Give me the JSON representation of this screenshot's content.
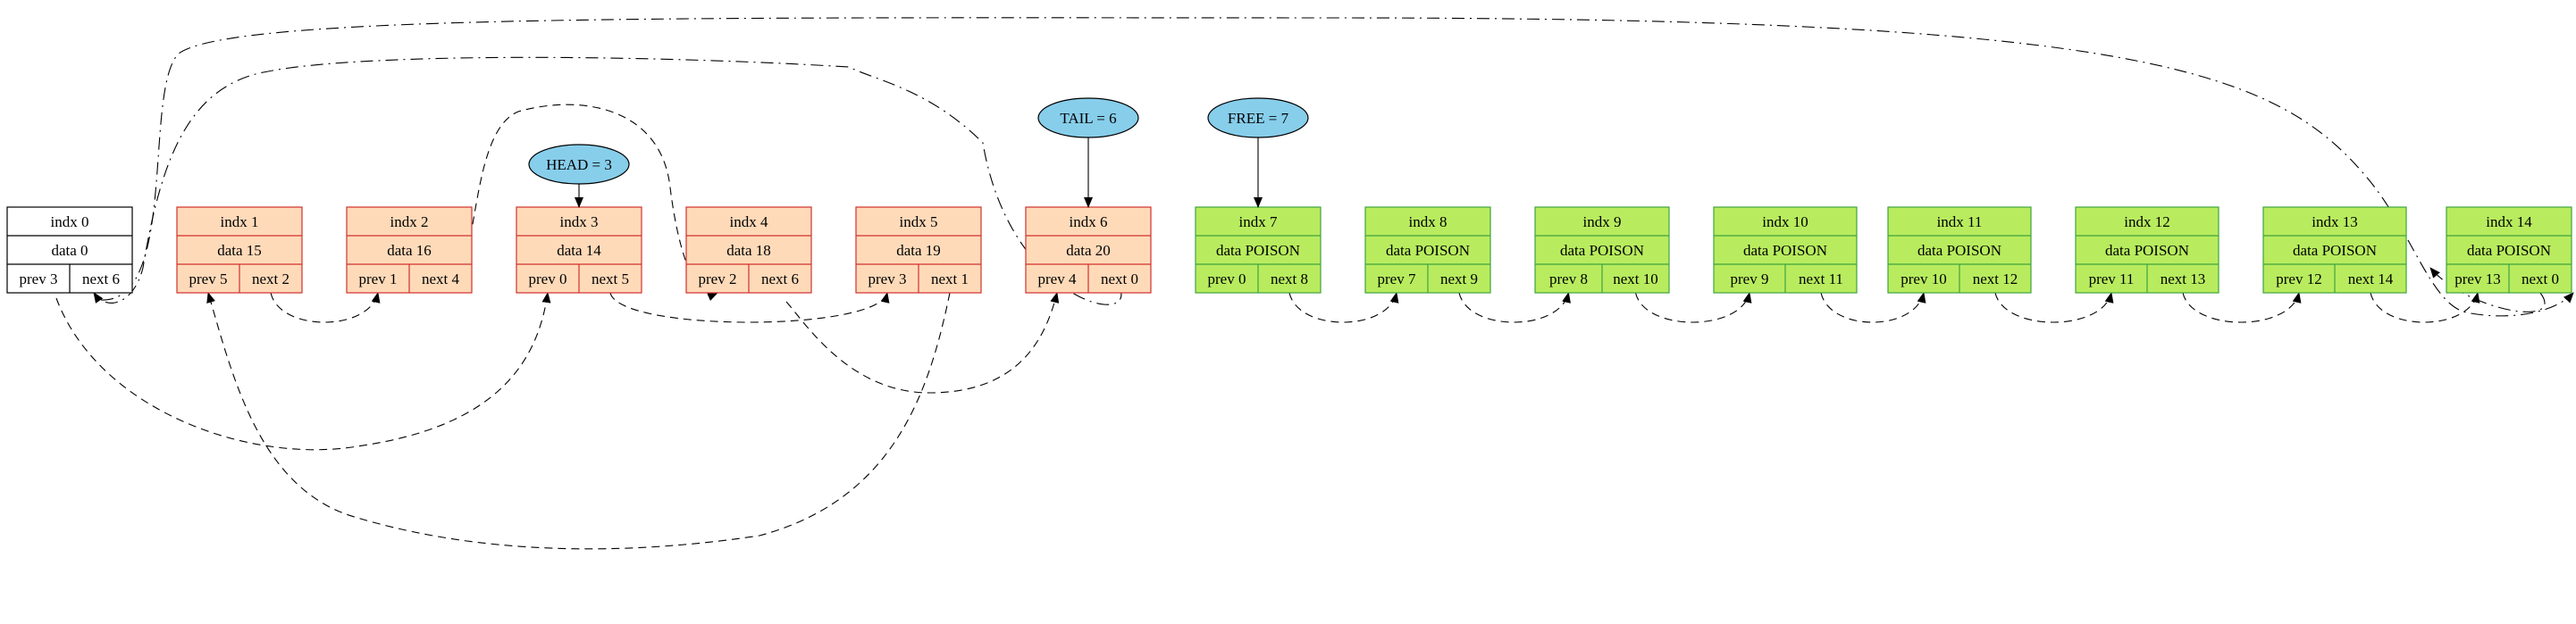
{
  "colors": {
    "head_fill": "#ffffff",
    "head_border": "#000000",
    "busy_fill": "#ffdab9",
    "busy_border": "#d0312d",
    "free_fill": "#b8ec5e",
    "free_border": "#3fa33f",
    "pointer_fill": "#87ceeb"
  },
  "pointers": [
    {
      "id": "head",
      "label": "HEAD = 3",
      "target": 3
    },
    {
      "id": "tail",
      "label": "TAIL = 6",
      "target": 6
    },
    {
      "id": "free",
      "label": "FREE = 7",
      "target": 7
    }
  ],
  "nodes": [
    {
      "indx": "indx 0",
      "data": "data 0",
      "prev": "prev 3",
      "next": "next 6",
      "state": "head"
    },
    {
      "indx": "indx 1",
      "data": "data 15",
      "prev": "prev 5",
      "next": "next 2",
      "state": "busy"
    },
    {
      "indx": "indx 2",
      "data": "data 16",
      "prev": "prev 1",
      "next": "next 4",
      "state": "busy"
    },
    {
      "indx": "indx 3",
      "data": "data 14",
      "prev": "prev 0",
      "next": "next 5",
      "state": "busy"
    },
    {
      "indx": "indx 4",
      "data": "data 18",
      "prev": "prev 2",
      "next": "next 6",
      "state": "busy"
    },
    {
      "indx": "indx 5",
      "data": "data 19",
      "prev": "prev 3",
      "next": "next 1",
      "state": "busy"
    },
    {
      "indx": "indx 6",
      "data": "data 20",
      "prev": "prev 4",
      "next": "next 0",
      "state": "busy"
    },
    {
      "indx": "indx 7",
      "data": "data POISON",
      "prev": "prev 0",
      "next": "next 8",
      "state": "free"
    },
    {
      "indx": "indx 8",
      "data": "data POISON",
      "prev": "prev 7",
      "next": "next 9",
      "state": "free"
    },
    {
      "indx": "indx 9",
      "data": "data POISON",
      "prev": "prev 8",
      "next": "next 10",
      "state": "free"
    },
    {
      "indx": "indx 10",
      "data": "data POISON",
      "prev": "prev 9",
      "next": "next 11",
      "state": "free"
    },
    {
      "indx": "indx 11",
      "data": "data POISON",
      "prev": "prev 10",
      "next": "next 12",
      "state": "free"
    },
    {
      "indx": "indx 12",
      "data": "data POISON",
      "prev": "prev 11",
      "next": "next 13",
      "state": "free"
    },
    {
      "indx": "indx 13",
      "data": "data POISON",
      "prev": "prev 12",
      "next": "next 14",
      "state": "free"
    },
    {
      "indx": "indx 14",
      "data": "data POISON",
      "prev": "prev 13",
      "next": "next 0",
      "state": "free"
    }
  ],
  "edges": [
    {
      "from": 1,
      "port": "next",
      "to": 2,
      "style": "dashed"
    },
    {
      "from": 2,
      "port": "next",
      "to": 4,
      "style": "dashed"
    },
    {
      "from": 3,
      "port": "next",
      "to": 5,
      "style": "dashed"
    },
    {
      "from": 4,
      "port": "next",
      "to": 6,
      "style": "dashed"
    },
    {
      "from": 5,
      "port": "next",
      "to": 1,
      "style": "dashed"
    },
    {
      "from": 6,
      "port": "next",
      "to": 0,
      "style": "dashdot"
    },
    {
      "from": 0,
      "port": "next",
      "to": 6,
      "style": "dashdot"
    },
    {
      "from": 0,
      "port": "prev",
      "to": 3,
      "style": "dashed"
    },
    {
      "from": 7,
      "port": "next",
      "to": 8,
      "style": "dashed"
    },
    {
      "from": 8,
      "port": "next",
      "to": 9,
      "style": "dashed"
    },
    {
      "from": 9,
      "port": "next",
      "to": 10,
      "style": "dashed"
    },
    {
      "from": 10,
      "port": "next",
      "to": 11,
      "style": "dashed"
    },
    {
      "from": 11,
      "port": "next",
      "to": 12,
      "style": "dashed"
    },
    {
      "from": 12,
      "port": "next",
      "to": 13,
      "style": "dashed"
    },
    {
      "from": 13,
      "port": "next",
      "to": 14,
      "style": "dashed"
    },
    {
      "from": 14,
      "port": "next",
      "to": 0,
      "style": "dashdot"
    }
  ]
}
